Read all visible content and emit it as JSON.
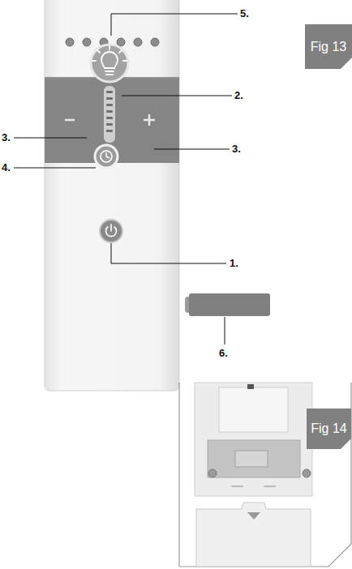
{
  "diagram": {
    "nodes": [
      {
        "text": [
          "Fig 13"
        ]
      },
      {
        "text": [
          "Fig 14"
        ]
      }
    ],
    "labels": [
      "5.",
      "2.",
      "3.",
      "3.",
      "4.",
      "1.",
      "6."
    ]
  }
}
